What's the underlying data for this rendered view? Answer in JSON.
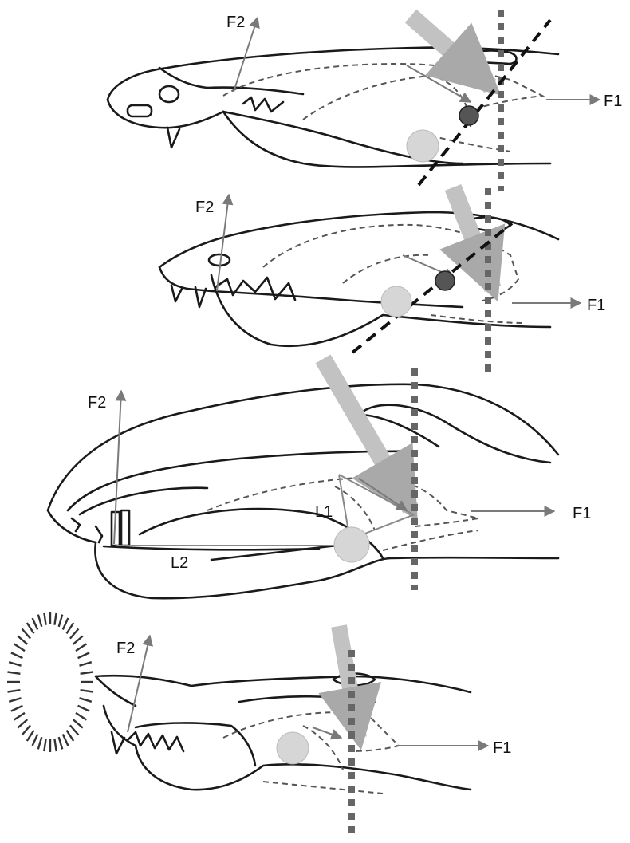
{
  "colors": {
    "line": "#1a1a1a",
    "arrow": "#7a7a7a",
    "muscle_band": "#c2c2c2",
    "joint_circle": "#d6d6d6",
    "dark_circle": "#555555",
    "dotted_axis": "#666666",
    "dashed_axis": "#111111"
  },
  "panels": [
    {
      "f1": "F1",
      "f2": "F2"
    },
    {
      "f1": "F1",
      "f2": "F2"
    },
    {
      "f1": "F1",
      "f2": "F2",
      "l1": "L1",
      "l2": "L2"
    },
    {
      "f1": "F1",
      "f2": "F2"
    }
  ]
}
